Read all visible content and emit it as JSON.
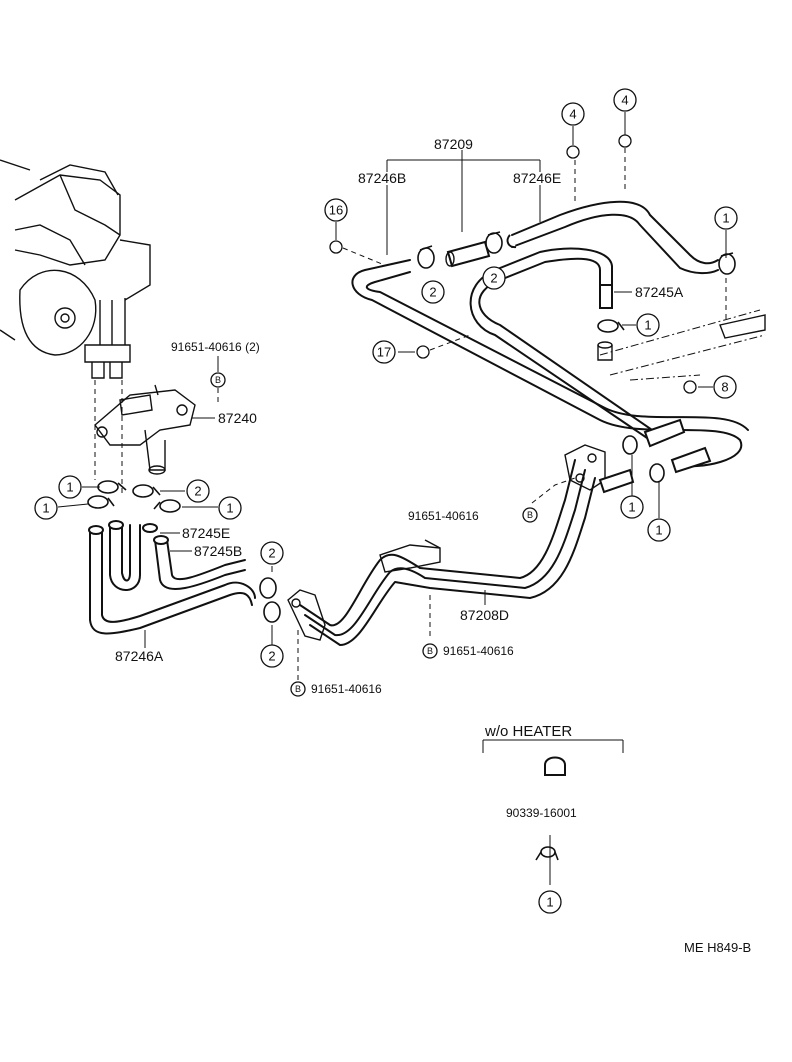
{
  "part_numbers": {
    "p87209": "87209",
    "p87246B": "87246B",
    "p87246E": "87246E",
    "p87245A": "87245A",
    "p87240": "87240",
    "p91651_2": "91651-40616 (2)",
    "p87245E": "87245E",
    "p87245B": "87245B",
    "p87246A": "87246A",
    "p91651_a": "91651-40616",
    "p91651_b": "91651-40616",
    "p91651_c": "91651-40616",
    "p87208D": "87208D",
    "p90339": "90339-16001"
  },
  "callouts": {
    "c1": "1",
    "c2": "2",
    "c4": "4",
    "c8": "8",
    "c16": "16",
    "c17": "17",
    "cB": "B"
  },
  "variant_label": "w/o HEATER",
  "drawing_code": "ME H849-B"
}
